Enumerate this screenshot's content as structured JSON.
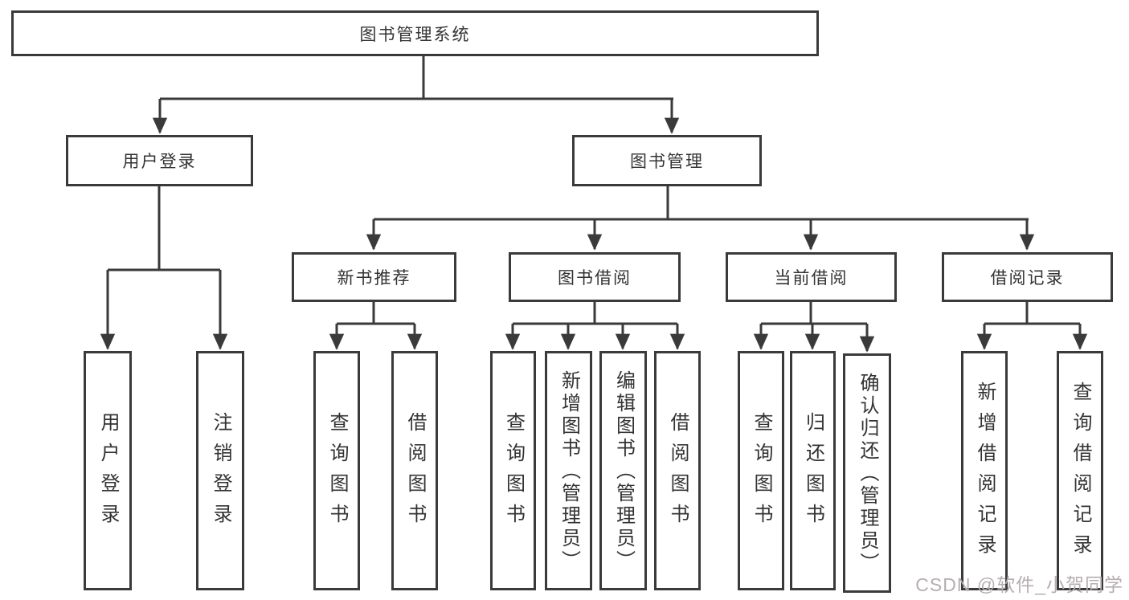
{
  "diagram": {
    "root": {
      "label": "图书管理系统",
      "children": [
        {
          "label": "用户登录",
          "children": [
            {
              "label": "用户登录"
            },
            {
              "label": "注销登录"
            }
          ]
        },
        {
          "label": "图书管理",
          "children": [
            {
              "label": "新书推荐",
              "children": [
                {
                  "label": "查询图书"
                },
                {
                  "label": "借阅图书"
                }
              ]
            },
            {
              "label": "图书借阅",
              "children": [
                {
                  "label": "查询图书"
                },
                {
                  "label": "新增图书（管理员）"
                },
                {
                  "label": "编辑图书（管理员）"
                },
                {
                  "label": "借阅图书"
                }
              ]
            },
            {
              "label": "当前借阅",
              "children": [
                {
                  "label": "查询图书"
                },
                {
                  "label": "归还图书"
                },
                {
                  "label": "确认归还（管理员）"
                }
              ]
            },
            {
              "label": "借阅记录",
              "children": [
                {
                  "label": "新增借阅记录"
                },
                {
                  "label": "查询借阅记录"
                }
              ]
            }
          ]
        }
      ]
    }
  },
  "watermark": {
    "text": "CSDN @软件_小贺同学"
  },
  "colors": {
    "line": "#3a3a3a",
    "text": "#333333",
    "bg": "#ffffff",
    "wm": "#b5aeb2"
  }
}
